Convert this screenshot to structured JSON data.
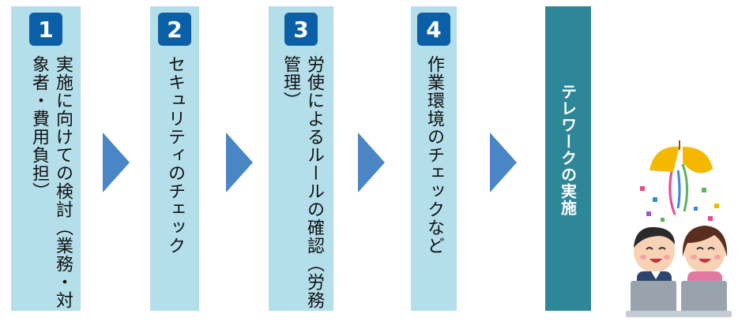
{
  "steps": [
    {
      "number": "1",
      "lines": [
        "実施に向けての検討",
        "（業務・対象者・費用負担）"
      ]
    },
    {
      "number": "2",
      "lines": [
        "セキュリティのチェック"
      ]
    },
    {
      "number": "3",
      "lines": [
        "労使によるルールの確認（労",
        "務管理）"
      ]
    },
    {
      "number": "4",
      "lines": [
        "作業環境のチェックなど"
      ]
    }
  ],
  "final": {
    "label": "テレワークの実施"
  },
  "illustration": {
    "description_icon": "celebration-office-workers-icon"
  },
  "colors": {
    "step_bg": "#b3deea",
    "badge_bg": "#0a5fa6",
    "arrow": "#4a86c5",
    "final_bg": "#2d8798"
  }
}
